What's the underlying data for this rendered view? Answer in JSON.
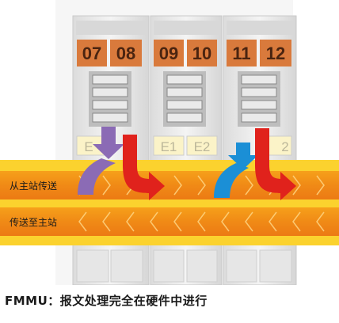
{
  "modules": [
    {
      "left_number": "07",
      "right_number": "08",
      "bottom_labels": [
        "E",
        ""
      ]
    },
    {
      "left_number": "09",
      "right_number": "10",
      "bottom_labels": [
        "E1",
        "E2"
      ]
    },
    {
      "left_number": "11",
      "right_number": "12",
      "bottom_labels": [
        "",
        "2"
      ]
    }
  ],
  "bands": {
    "upper_label": "从主站传送",
    "lower_label": "传送至主站"
  },
  "arrow_colors": {
    "left_up": "#8b6bb5",
    "left_down": "#e0221c",
    "right_up": "#1b8fd6",
    "right_down": "#e0221c"
  },
  "caption": "FMMU：报文处理完全在硬件中进行"
}
